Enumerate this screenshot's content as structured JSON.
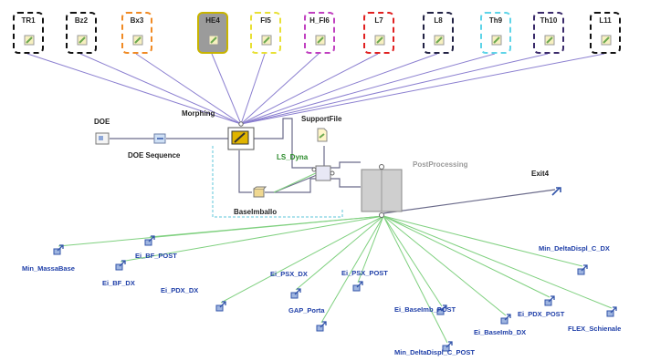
{
  "inputs": [
    {
      "label": "TR1",
      "color": "#111111"
    },
    {
      "label": "Bz2",
      "color": "#111111"
    },
    {
      "label": "Bx3",
      "color": "#f08a24"
    },
    {
      "label": "HE4",
      "color": "#c8b400",
      "selected": true
    },
    {
      "label": "FI5",
      "color": "#e8e035"
    },
    {
      "label": "H_FI6",
      "color": "#c040c0"
    },
    {
      "label": "L7",
      "color": "#e02020"
    },
    {
      "label": "L8",
      "color": "#222244"
    },
    {
      "label": "Th9",
      "color": "#5ed4e8"
    },
    {
      "label": "Th10",
      "color": "#3a2a6a"
    },
    {
      "label": "L11",
      "color": "#111111"
    }
  ],
  "nodes": {
    "doe": "DOE",
    "doe_sequence": "DOE Sequence",
    "morphing": "Morphing",
    "support_file": "SupportFile",
    "ls_dyna": "LS_Dyna",
    "baseimballo": "BaseImballo",
    "postprocessing": "PostProcessing",
    "exit": "Exit4"
  },
  "outputs": [
    "Min_MassaBase",
    "Ei_BF_DX",
    "Ei_BF_POST",
    "Ei_PDX_DX",
    "Ei_PSX_DX",
    "GAP_Porta",
    "Ei_PSX_POST",
    "Ei_BaseImb_POST",
    "Min_DeltaDispl_C_POST",
    "Ei_BaseImb_DX",
    "Ei_PDX_POST",
    "Min_DeltaDispl_C_DX",
    "FLEX_Schienale"
  ],
  "colors": {
    "input_links": "#8b7fd0",
    "output_links": "#7fd07f",
    "flow_links": "#6a6a8a",
    "dashed_group": "#5cc4d8",
    "output_text": "#1f3fa8"
  }
}
